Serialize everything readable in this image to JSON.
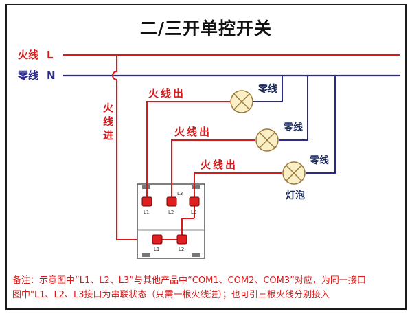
{
  "title": "二/三开单控开关",
  "wires": {
    "live_label": "火线",
    "live_letter": "L",
    "neutral_label": "零线",
    "neutral_letter": "N",
    "live_color": "#d81a1a",
    "neutral_color": "#2b2a8c"
  },
  "live_in_chars": [
    "火",
    "线",
    "进"
  ],
  "live_out_labels": [
    "火线出",
    "火线出",
    "火线出"
  ],
  "lamp_neutral_labels": [
    "零线",
    "零线",
    "零线"
  ],
  "bulb_label": "灯泡",
  "switch": {
    "top_label": "L3",
    "terminal_labels": [
      "L1",
      "L2",
      "L3"
    ],
    "bottom_labels": [
      "L1",
      "L2"
    ]
  },
  "note": {
    "line1": "备注：示意图中“L1、L2、L3”与其他产品中“COM1、COM2、COM3”对应，为同一接口",
    "line2": "图中\"L1、L2、L3接口为串联状态（只需一根火线进）；也可引三根火线分别接入"
  }
}
